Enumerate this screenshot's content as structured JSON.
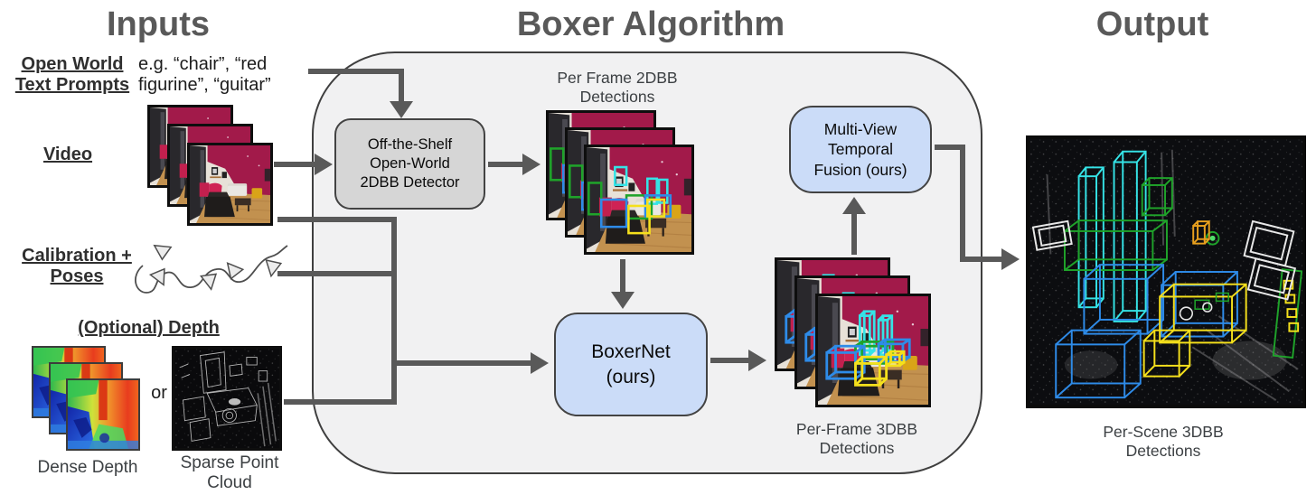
{
  "headers": {
    "inputs": "Inputs",
    "algorithm": "Boxer Algorithm",
    "output": "Output"
  },
  "inputs": {
    "text_prompts_label": "Open World\nText Prompts",
    "text_prompts_example": "e.g. “chair”, “red\nfigurine”, “guitar”",
    "video_label": "Video",
    "calibration_label": "Calibration +\nPoses",
    "optional_depth_label": "(Optional) Depth",
    "dense_depth_label": "Dense Depth",
    "or_label": "or",
    "sparse_point_cloud_label": "Sparse Point\nCloud"
  },
  "algorithm": {
    "detector_box": "Off-the-Shelf\nOpen-World\n2DBB Detector",
    "detections_2d_label": "Per Frame 2DBB\nDetections",
    "boxernet_box": "BoxerNet\n(ours)",
    "detections_3d_label": "Per-Frame 3DBB\nDetections",
    "fusion_box": "Multi-View\nTemporal\nFusion (ours)"
  },
  "output": {
    "per_scene_label": "Per-Scene 3DBB\nDetections"
  },
  "colors": {
    "header_text": "#595959",
    "label_text": "#2f2f2f",
    "stage_label_text": "#3c4043",
    "arrow": "#595959",
    "container_fill": "#f1f1f2",
    "container_border": "#3f3f3f",
    "detector_fill": "#d6d6d6",
    "ours_fill": "#cbdcf8",
    "box_border": "#434343",
    "bbox_cyan": "#35e3e6",
    "bbox_green": "#1fa32a",
    "bbox_blue": "#2e8be8",
    "bbox_yellow": "#f5e01c",
    "bbox_white": "#e8e8e8",
    "bbox_orange": "#e8a01e",
    "wall_magenta": "#a21a4a"
  }
}
